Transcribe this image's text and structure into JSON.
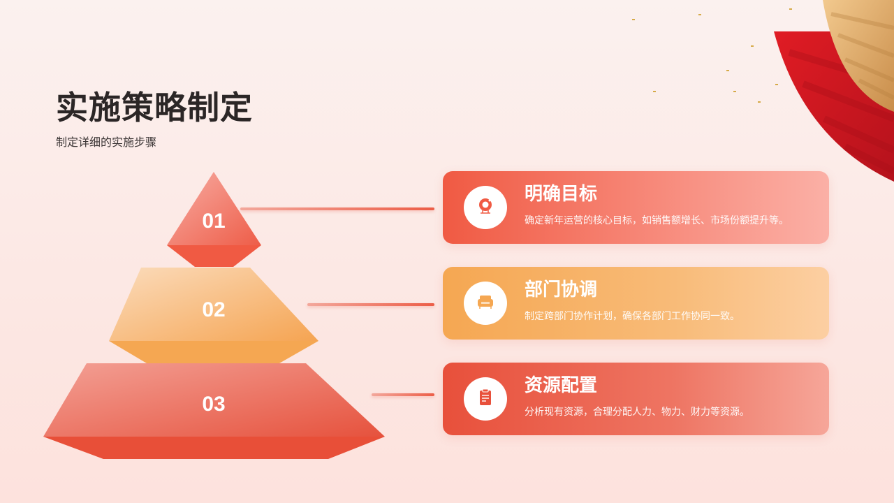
{
  "header": {
    "title": "实施策略制定",
    "subtitle": "制定详细的实施步骤"
  },
  "pyramid": {
    "tiers": [
      {
        "number": "01",
        "color": "#f05a43"
      },
      {
        "number": "02",
        "color": "#f5a752"
      },
      {
        "number": "03",
        "color": "#e8503b"
      }
    ]
  },
  "cards": [
    {
      "icon": "target-icon",
      "title": "明确目标",
      "description": "确定新年运营的核心目标，如销售额增长、市场份额提升等。",
      "color": "#f05a43"
    },
    {
      "icon": "sofa-icon",
      "title": "部门协调",
      "description": "制定跨部门协作计划，确保各部门工作协同一致。",
      "color": "#f5a752"
    },
    {
      "icon": "clipboard-icon",
      "title": "资源配置",
      "description": "分析现有资源，合理分配人力、物力、财力等资源。",
      "color": "#e8503b"
    }
  ]
}
